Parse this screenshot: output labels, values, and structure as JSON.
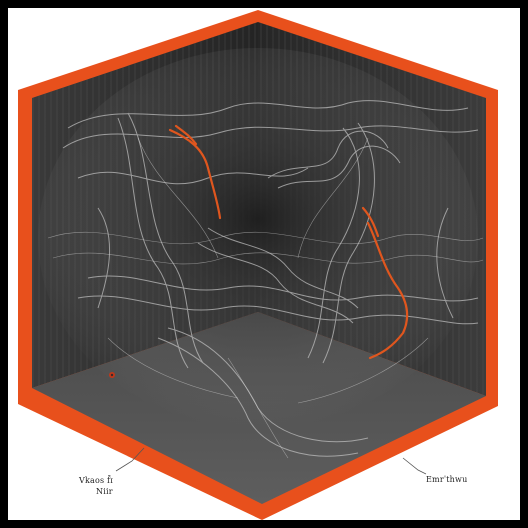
{
  "image": {
    "subject": "cube-cross-section-illustration",
    "colors": {
      "frame_background": "#ffffff",
      "outer_border": "#000000",
      "cube_edge": "#e8501c",
      "cube_edge_highlight": "#ff6a2a",
      "interior_dark": "#2e2e2e",
      "strands": "#b8b8b8",
      "accent_vein": "#e0561e"
    }
  },
  "annotations": {
    "left_line1": "Vkaos f̄ɪ",
    "left_line2": "Niir",
    "right_line1": "Emrˈthwu"
  }
}
